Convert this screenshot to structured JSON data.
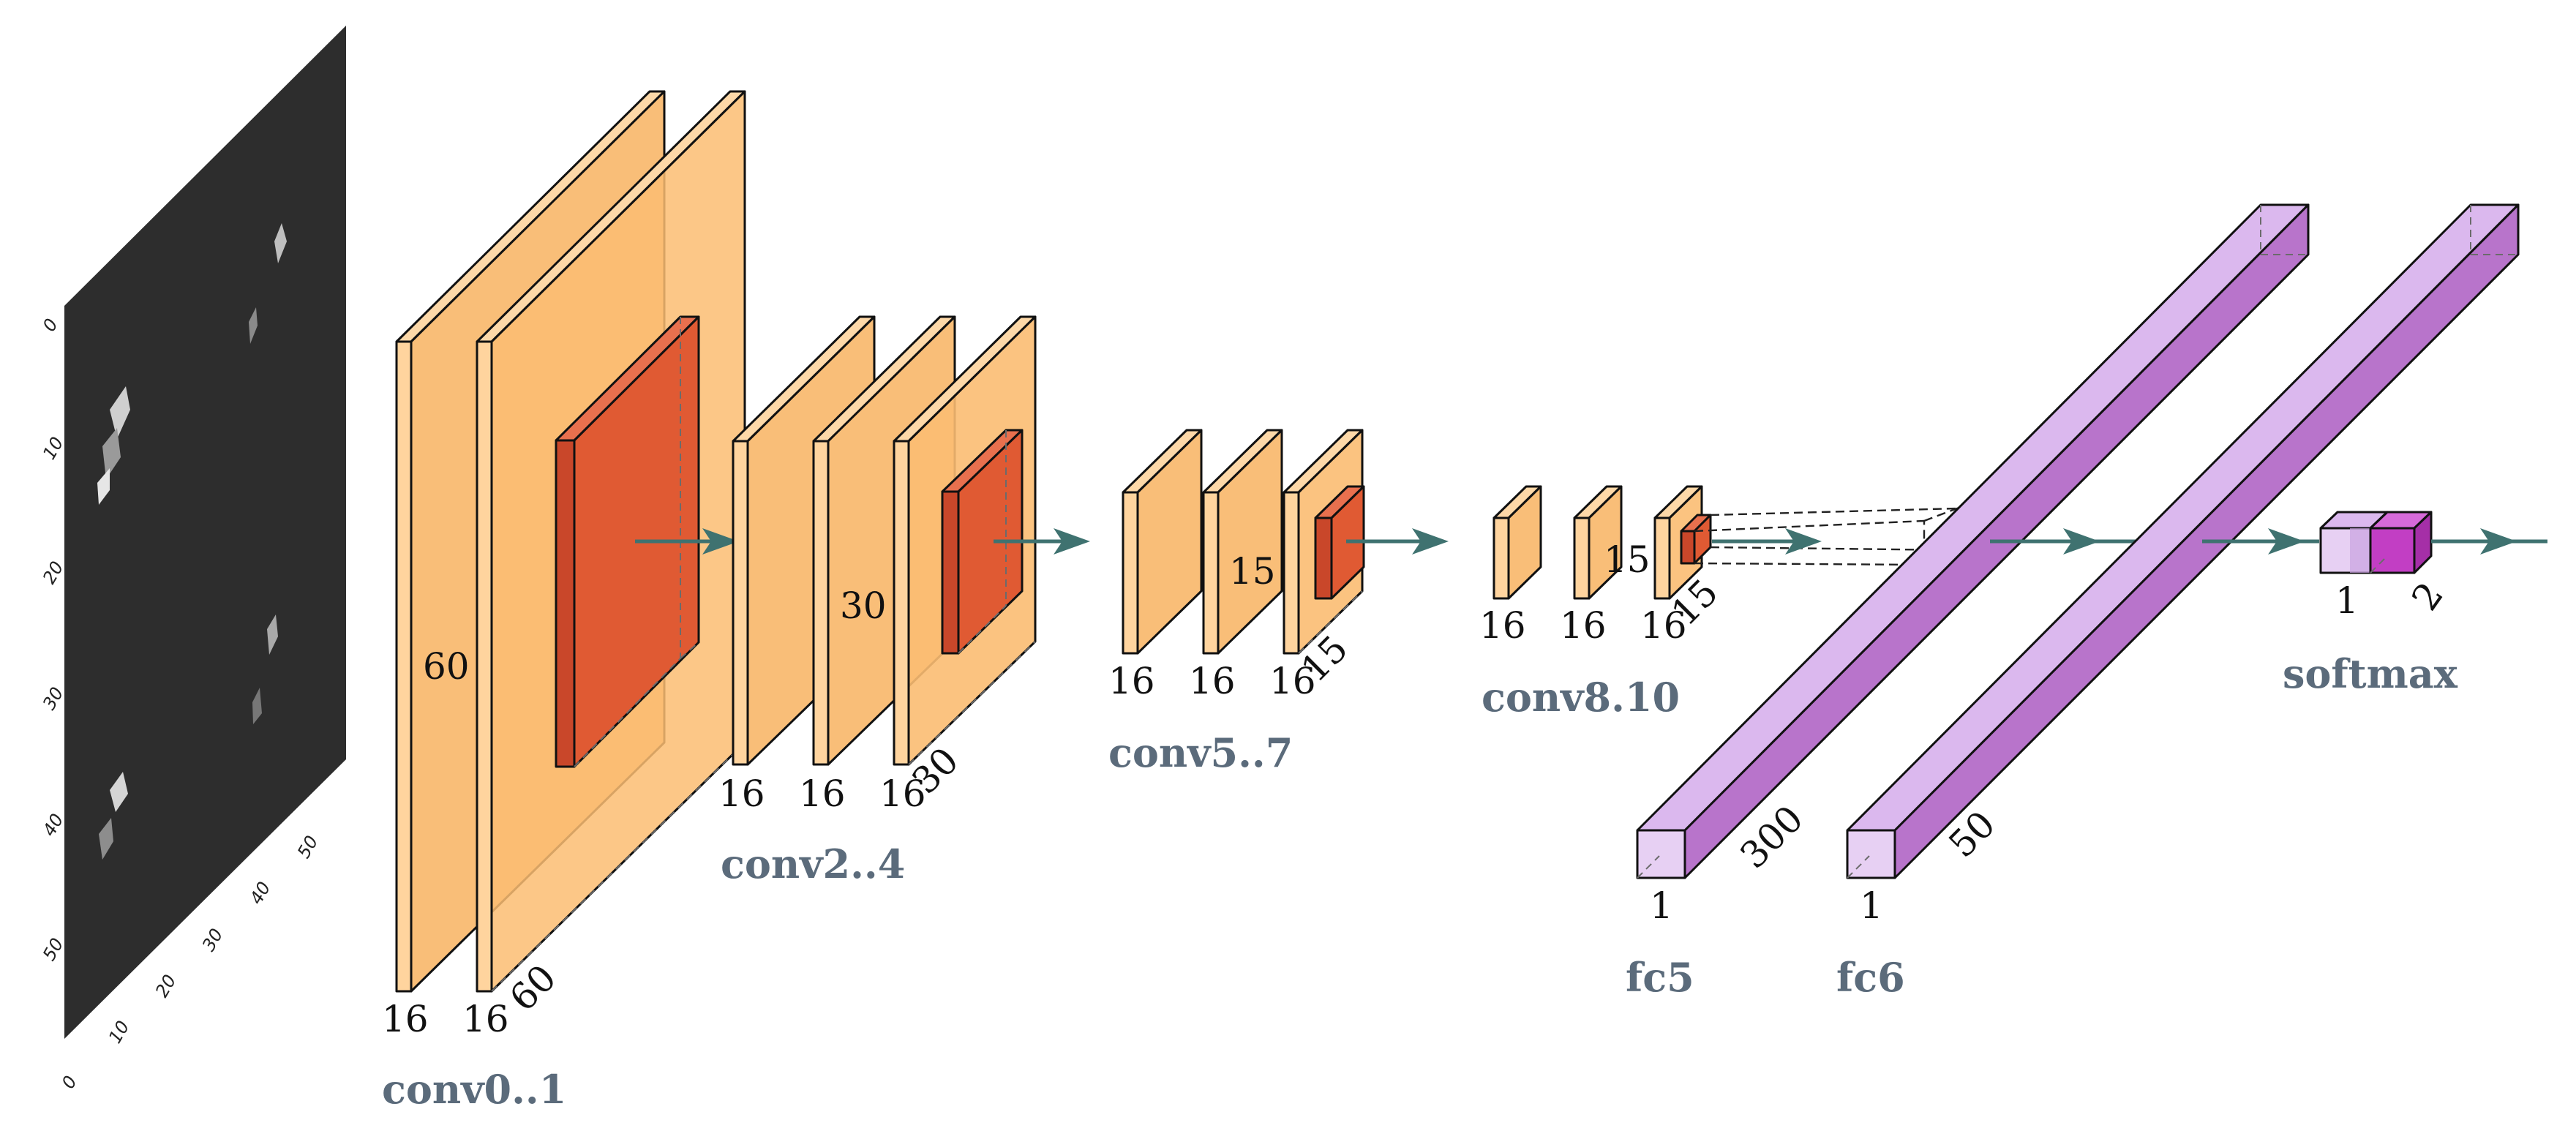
{
  "input_image": {
    "y_ticks": [
      "0",
      "10",
      "20",
      "30",
      "40",
      "50"
    ],
    "x_ticks": [
      "0",
      "10",
      "20",
      "30",
      "40",
      "50"
    ]
  },
  "layers": {
    "conv0": {
      "name": "conv0..1",
      "ch1": "16",
      "ch2": "16",
      "height": "60",
      "depth": "60"
    },
    "conv2": {
      "name": "conv2..4",
      "ch1": "16",
      "ch2": "16",
      "ch3": "16",
      "height": "30",
      "depth": "30"
    },
    "conv5": {
      "name": "conv5..7",
      "ch1": "16",
      "ch2": "16",
      "ch3": "16",
      "height": "15",
      "depth": "15"
    },
    "conv8": {
      "name": "conv8.10",
      "ch1": "16",
      "ch2": "16",
      "ch3": "16",
      "height": "15",
      "depth": "15"
    },
    "fc5": {
      "name": "fc5",
      "width": "1",
      "depth": "300"
    },
    "fc6": {
      "name": "fc6",
      "width": "1",
      "depth": "50"
    },
    "softmax": {
      "name": "softmax",
      "width": "1",
      "depth": "2"
    }
  },
  "colors": {
    "conv": "#fdc98a",
    "conv_front": "#ffd49e",
    "conv_side": "#f7b161",
    "pool": "#e05a33",
    "fc_front": "#e7d0f3",
    "fc_top": "#d3ade8",
    "fc_side": "#b874cb",
    "softmax": "#c23ec4",
    "arrow": "#3f7270",
    "image_bg": "#2d2d2d"
  }
}
